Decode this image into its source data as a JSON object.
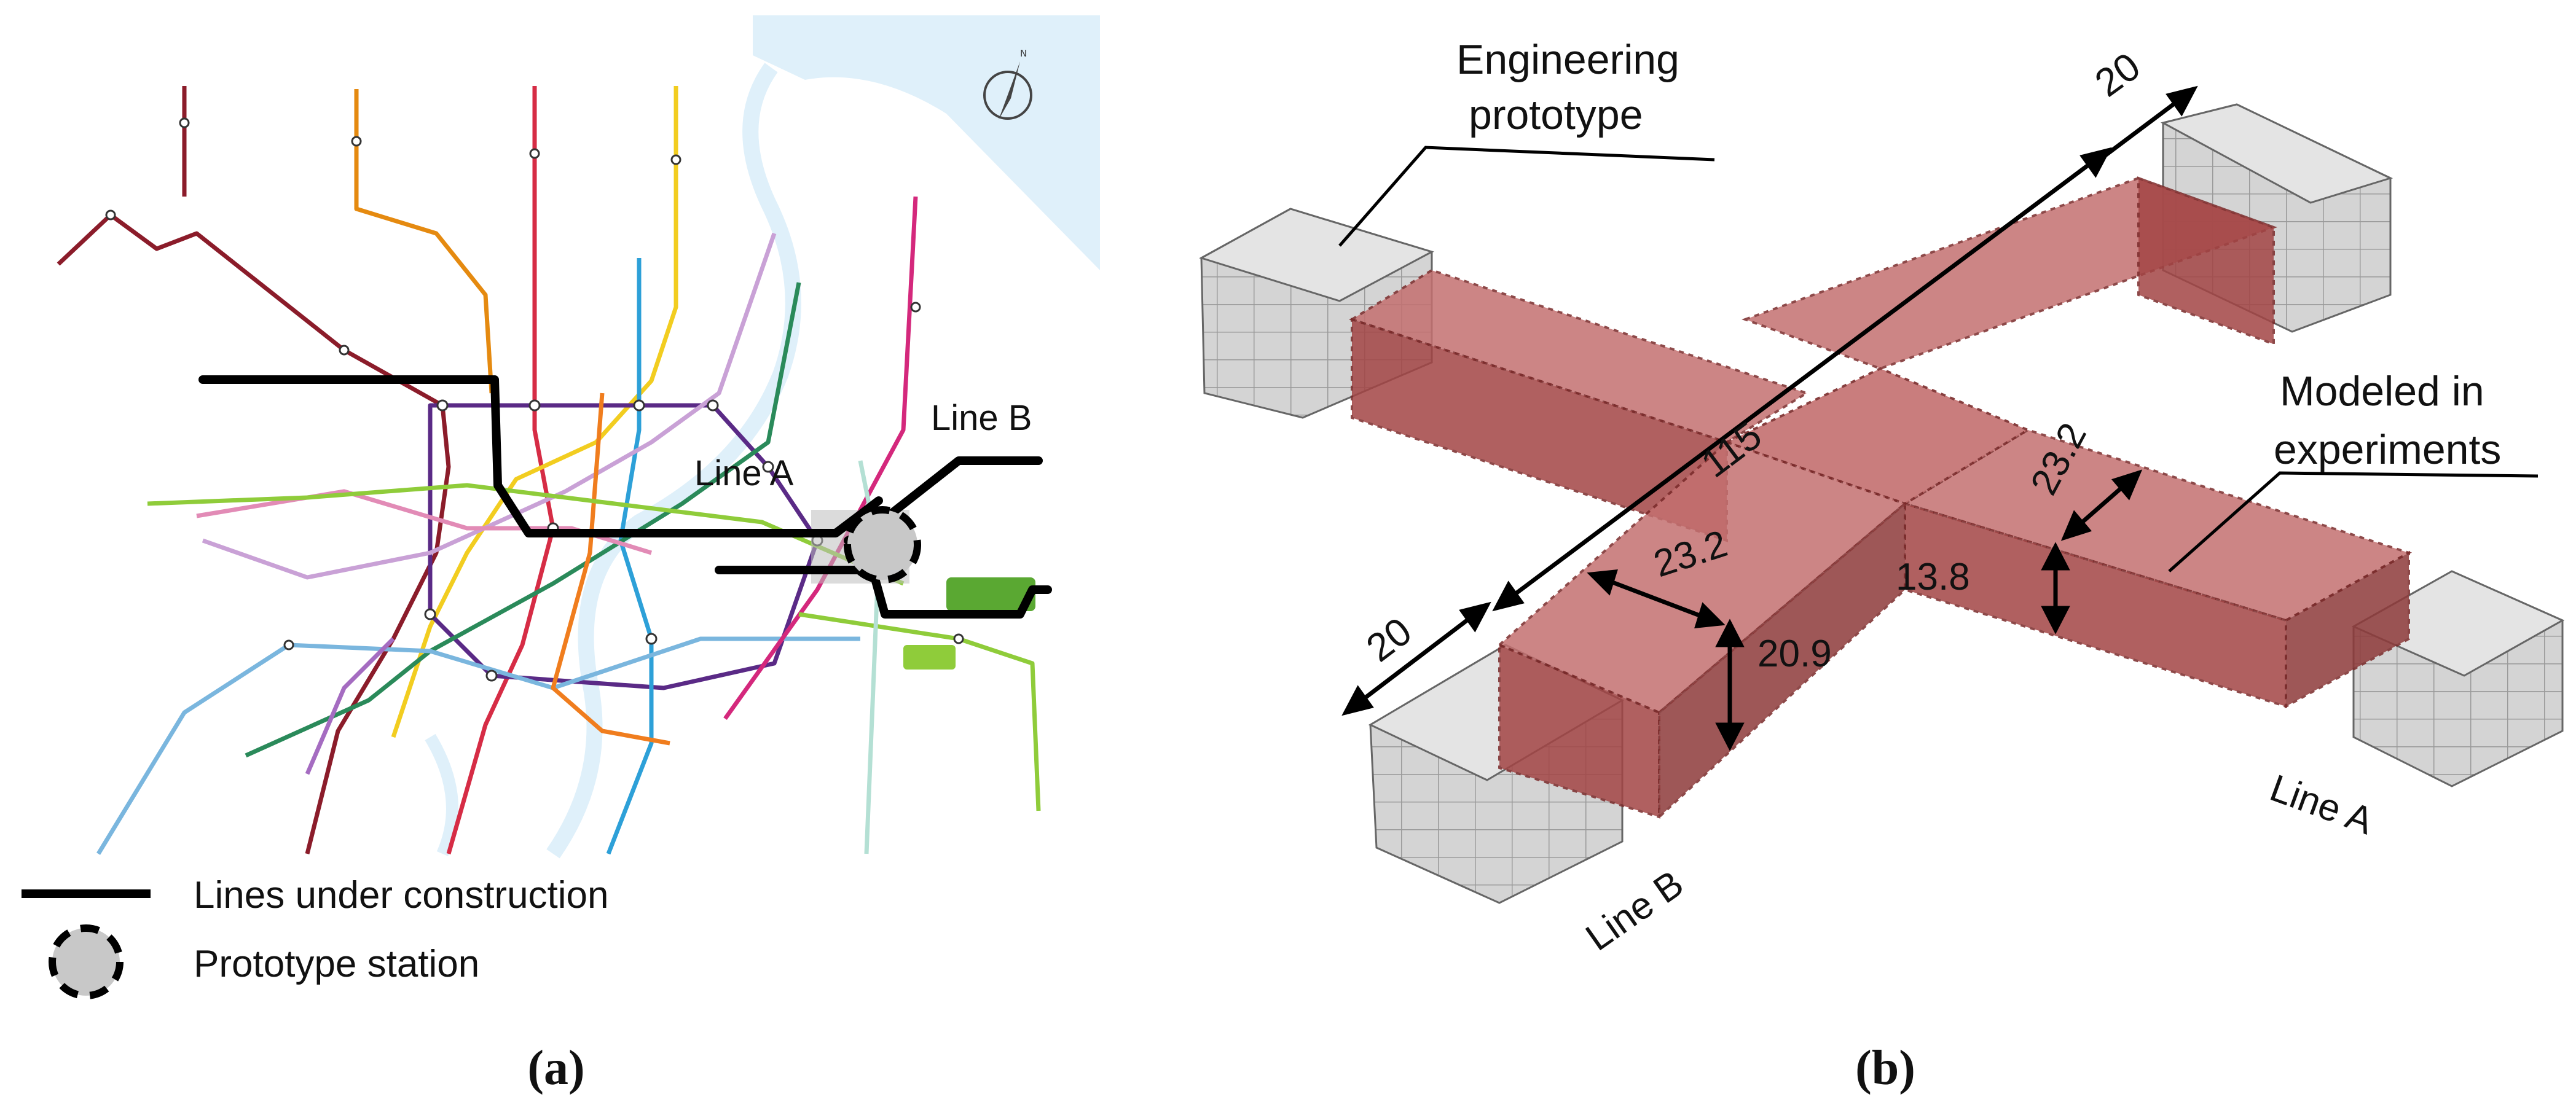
{
  "panel_a": {
    "caption": "(a)",
    "labels": {
      "line_a": "Line A",
      "line_b": "Line B"
    },
    "legend": {
      "construction": "Lines under construction",
      "prototype": "Prototype station"
    },
    "north_mark": "N"
  },
  "panel_b": {
    "caption": "(b)",
    "labels": {
      "engineering": [
        "Engineering",
        "prototype"
      ],
      "modeled": [
        "Modeled in",
        "experiments"
      ],
      "line_a": "Line A",
      "line_b": "Line B"
    },
    "dimensions": {
      "top_width": "20",
      "length": "115",
      "left_width": "20",
      "width_front": "23.2",
      "height_front": "20.9",
      "width_right": "23.2",
      "height_right": "13.8"
    }
  },
  "colors": {
    "model_fill": "#b85a5a",
    "building_gray": "#c8c8c8",
    "construction_line": "#000000",
    "water": "#dff0fa"
  }
}
